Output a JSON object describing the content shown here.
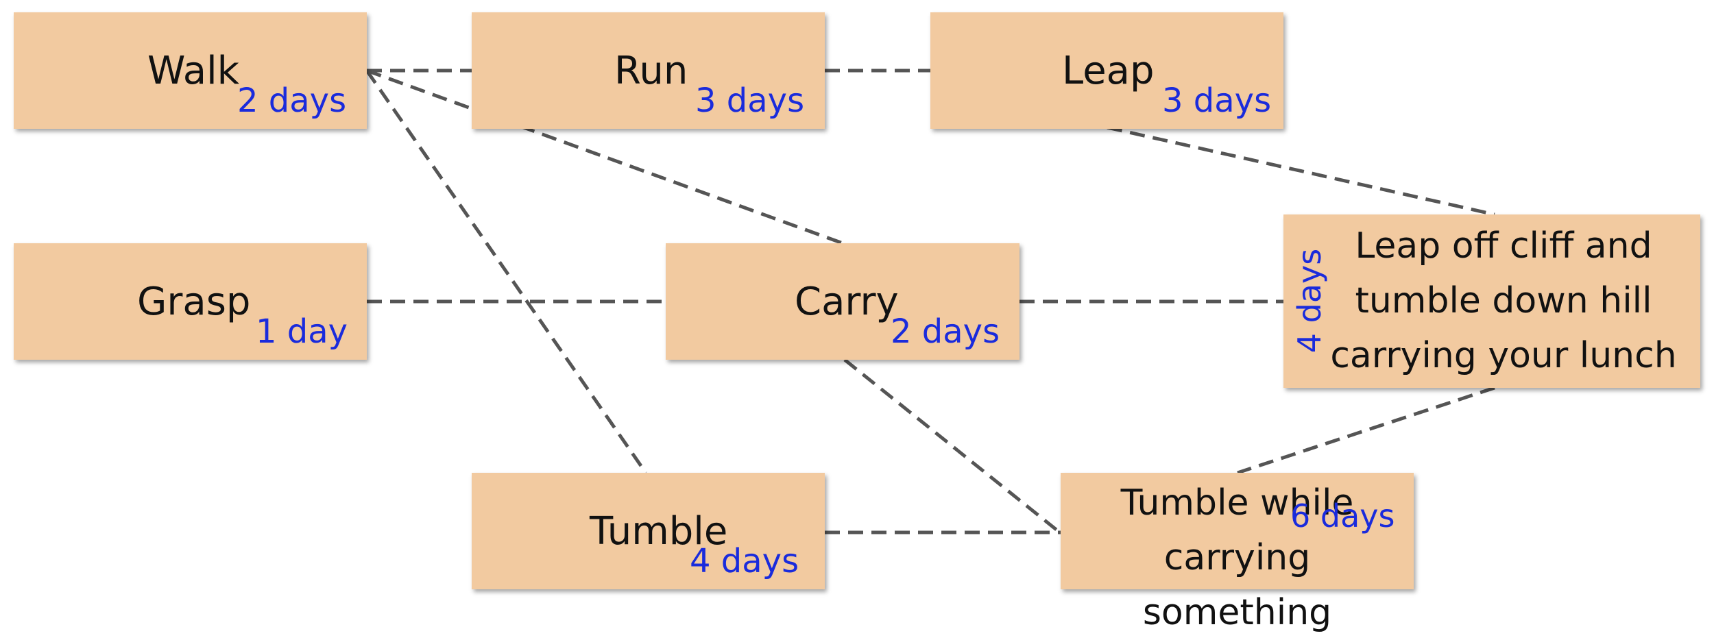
{
  "colors": {
    "node_fill": "#f2caa0",
    "connector": "#555555",
    "duration_text": "#1a2bdc"
  },
  "nodes": {
    "walk": {
      "label": "Walk",
      "duration": "2 days"
    },
    "run": {
      "label": "Run",
      "duration": "3 days"
    },
    "leap": {
      "label": "Leap",
      "duration": "3 days"
    },
    "grasp": {
      "label": "Grasp",
      "duration": "1 day"
    },
    "carry": {
      "label": "Carry",
      "duration": "2 days"
    },
    "leapoff": {
      "label": "Leap off cliff and tumble down hill carrying your lunch",
      "duration": "4 days"
    },
    "tumble": {
      "label": "Tumble",
      "duration": "4 days"
    },
    "tumblewhile": {
      "label": "Tumble while carrying something",
      "duration": "6 days"
    }
  }
}
